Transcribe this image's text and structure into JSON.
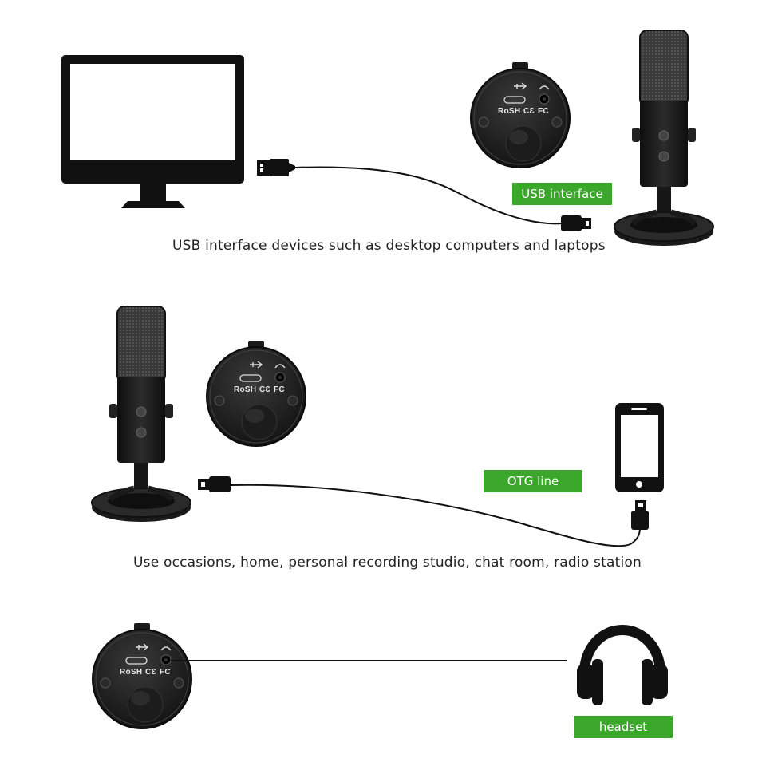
{
  "captions": {
    "usb_devices": "USB interface devices such as desktop computers and laptops",
    "use_occasions": "Use occasions, home, personal recording studio, chat room, radio station"
  },
  "badges": {
    "usb_interface": "USB interface",
    "otg_line": "OTG line",
    "headset": "headset"
  },
  "panel_marks": {
    "rosh": "RoSH",
    "ce": "CƐ",
    "fc": "FC"
  },
  "colors": {
    "badge_green": "#3aa72b",
    "device_black": "#111111",
    "mic_body": "#1e1e1e",
    "text": "#222222"
  },
  "icons": [
    "monitor-icon",
    "usb-plug-icon",
    "microphone-icon",
    "mic-base-panel-icon",
    "smartphone-icon",
    "headphones-icon"
  ]
}
